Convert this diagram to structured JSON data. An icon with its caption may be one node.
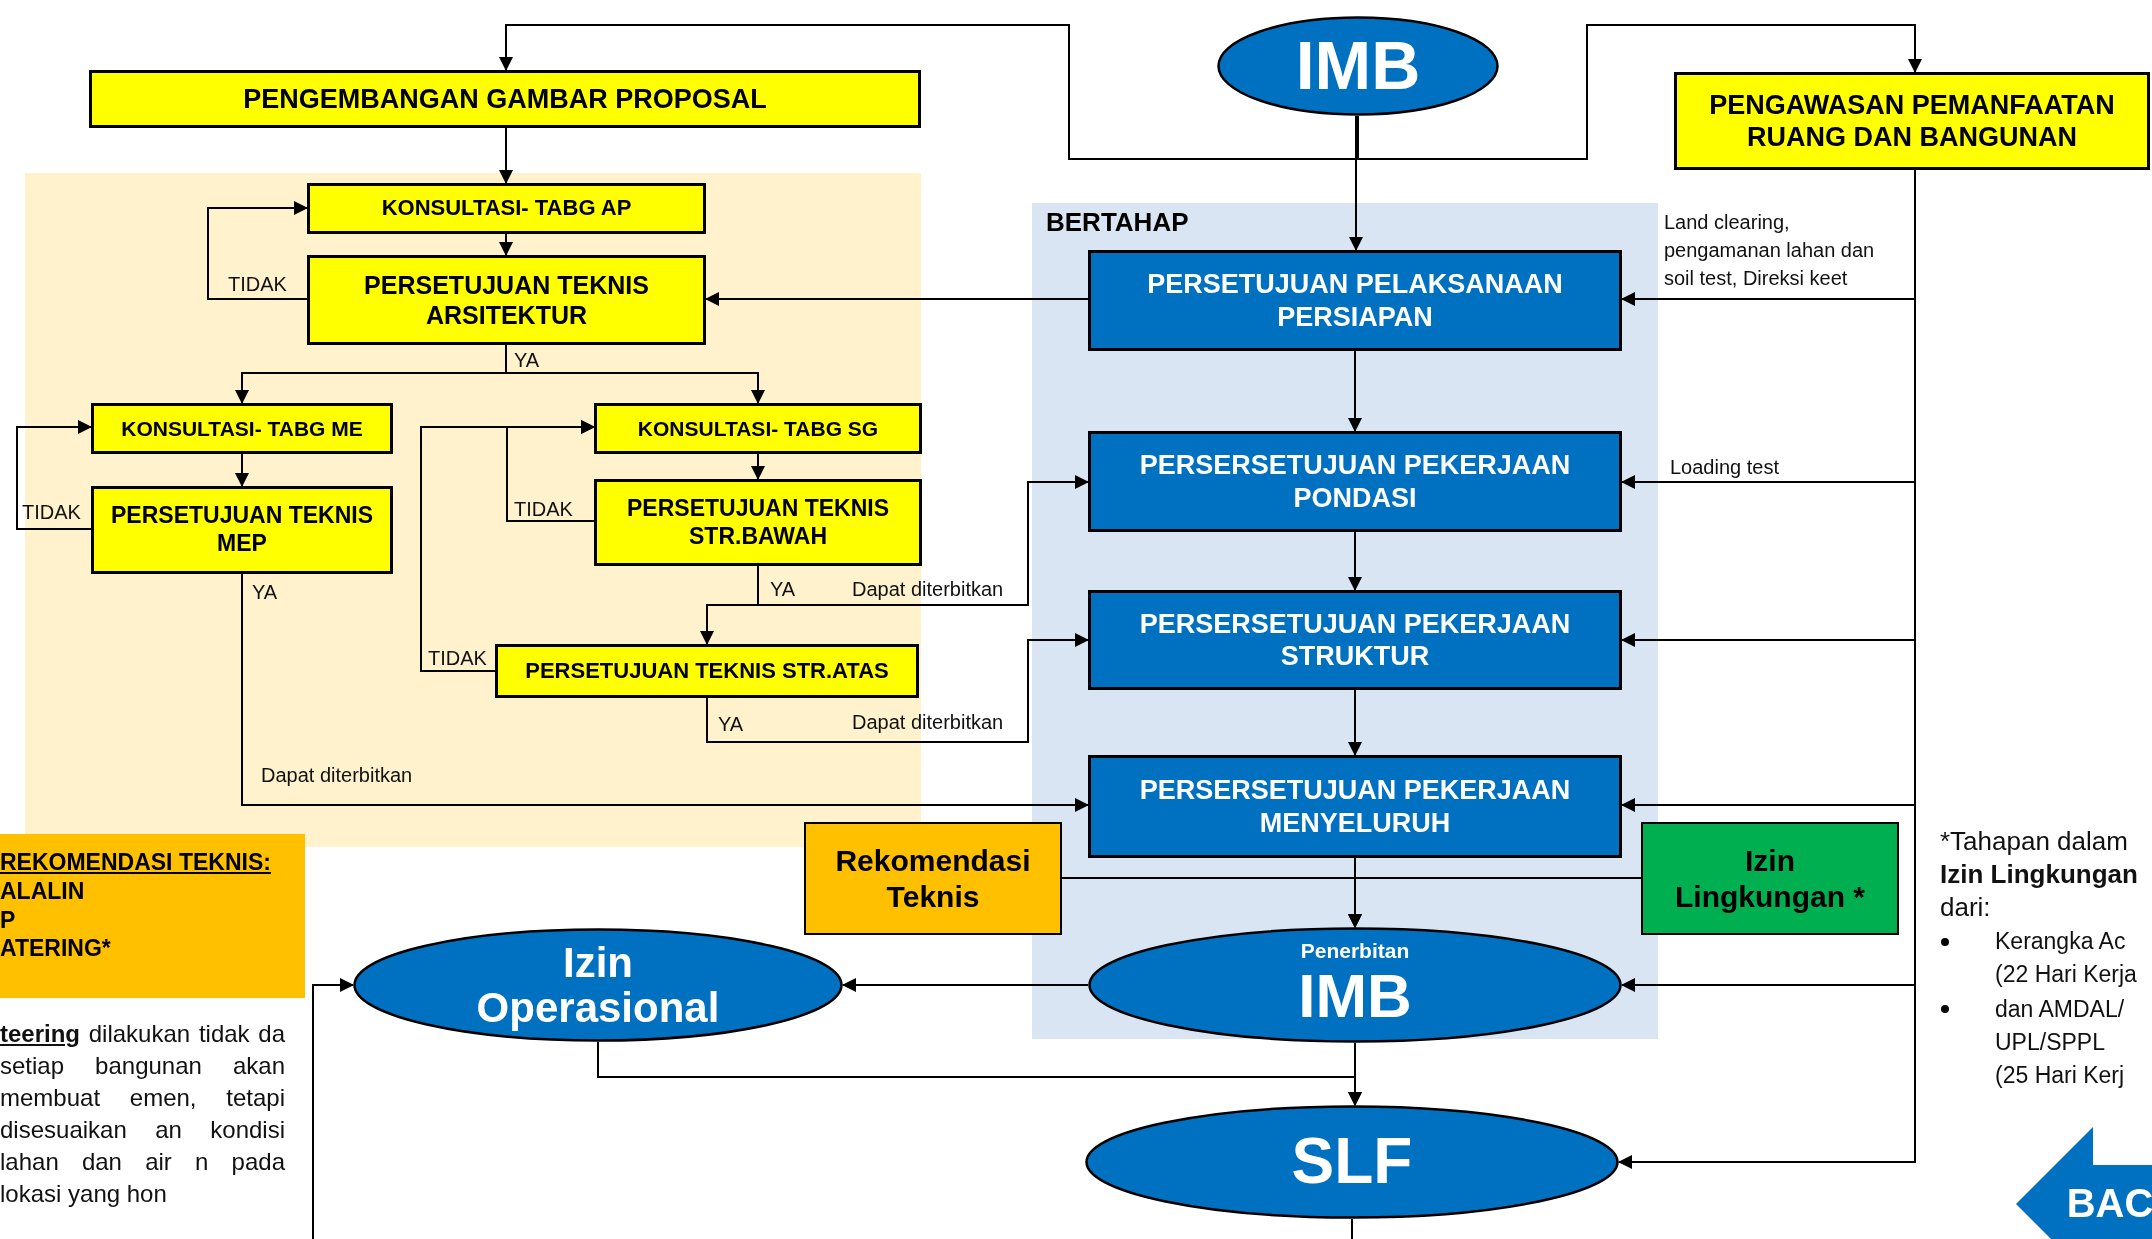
{
  "diagram": {
    "nodes": [
      {
        "text": [
          "IMB"
        ]
      },
      {
        "text": [
          "PENGEMBANGAN GAMBAR PROPOSAL"
        ]
      },
      {
        "text": [
          "PENGAWASAN PEMANFAATAN RUANG DAN BANGUNAN"
        ]
      },
      {
        "text": [
          "BERTAHAP"
        ]
      },
      {
        "text": [
          "KONSULTASI- TABG AP"
        ]
      },
      {
        "text": [
          "PERSETUJUAN TEKNIS ARSITEKTUR"
        ]
      },
      {
        "text": [
          "PERSETUJUAN PELAKSANAAN PERSIAPAN"
        ],
        "in": 3
      },
      {
        "text": [
          "KONSULTASI- TABG ME"
        ]
      },
      {
        "text": [
          "KONSULTASI- TABG SG"
        ]
      },
      {
        "text": [
          "PERSETUJUAN TEKNIS MEP"
        ]
      },
      {
        "text": [
          "PERSETUJUAN TEKNIS STR.BAWAH"
        ]
      },
      {
        "text": [
          "PERSERSETUJUAN PEKERJAAN PONDASI"
        ],
        "in": 3
      },
      {
        "text": [
          "PERSETUJUAN TEKNIS STR.ATAS"
        ]
      },
      {
        "text": [
          "PERSERSETUJUAN PEKERJAAN STRUKTUR"
        ],
        "in": 3
      },
      {
        "text": [
          "PERSERSETUJUAN PEKERJAAN MENYELURUH"
        ],
        "in": 3
      },
      {
        "text": [
          "REKOMENDASI TEKNIS:",
          "ALALIN",
          "P",
          "ATERING*"
        ]
      },
      {
        "text": [
          "Rekomendasi Teknis"
        ]
      },
      {
        "text": [
          "Izin Lingkungan *"
        ]
      },
      {
        "text": [
          "Izin Operasional"
        ]
      },
      {
        "text": [
          "Penerbitan",
          "IMB"
        ],
        "in": 3
      },
      {
        "text": [
          "SLF"
        ]
      },
      {
        "text": [
          "BAC"
        ]
      }
    ],
    "edges": [
      {
        "from": 0,
        "to": 1,
        "arrow": "to"
      },
      {
        "from": 0,
        "to": 2,
        "arrow": "to"
      },
      {
        "from": 0,
        "to": 6,
        "arrow": "to"
      },
      {
        "from": 1,
        "to": 4,
        "arrow": "to"
      },
      {
        "from": 4,
        "to": 5,
        "arrow": "to"
      },
      {
        "from": 5,
        "to": 4,
        "arrow": "to",
        "label": "TIDAK"
      },
      {
        "from": 6,
        "to": 5,
        "arrow": "to"
      },
      {
        "from": 5,
        "to": 7,
        "arrow": "to",
        "label": "YA"
      },
      {
        "from": 5,
        "to": 8,
        "arrow": "to"
      },
      {
        "from": 7,
        "to": 9,
        "arrow": "to"
      },
      {
        "from": 9,
        "to": 7,
        "arrow": "to",
        "label": "TIDAK"
      },
      {
        "from": 8,
        "to": 10,
        "arrow": "to"
      },
      {
        "from": 10,
        "to": 8,
        "arrow": "to",
        "label": "TIDAK"
      },
      {
        "from": 10,
        "to": 12,
        "arrow": "to",
        "label": "YA"
      },
      {
        "from": 10,
        "to": 11,
        "arrow": "to",
        "label": "Dapat diterbitkan"
      },
      {
        "from": 12,
        "to": 8,
        "arrow": "to",
        "label": "TIDAK"
      },
      {
        "from": 12,
        "to": 13,
        "arrow": "to",
        "label": "YA"
      },
      {
        "from": 9,
        "to": 14,
        "arrow": "to",
        "label": "YA"
      },
      {
        "from": 2,
        "to": 6,
        "arrow": "to",
        "label": "Land clearing, pengamanan lahan dan soil test, Direksi keet"
      },
      {
        "from": 2,
        "to": 11,
        "arrow": "to",
        "label": "Loading test"
      },
      {
        "from": 2,
        "to": 13,
        "arrow": "to"
      },
      {
        "from": 2,
        "to": 14,
        "arrow": "to"
      },
      {
        "from": 2,
        "to": 19,
        "arrow": "to"
      },
      {
        "from": 2,
        "to": 20,
        "arrow": "to"
      },
      {
        "from": 11,
        "to": 13,
        "arrow": "to"
      },
      {
        "from": 13,
        "to": 14,
        "arrow": "to"
      },
      {
        "from": 6,
        "to": 11,
        "arrow": "to"
      },
      {
        "from": 14,
        "to": 19,
        "arrow": "to"
      },
      {
        "from": 16,
        "to": 19,
        "arrow": "to"
      },
      {
        "from": 17,
        "to": 19,
        "arrow": "to"
      },
      {
        "from": 19,
        "to": 18,
        "arrow": "to"
      },
      {
        "from": 19,
        "to": 20,
        "arrow": "to"
      },
      {
        "from": 18,
        "to": 20,
        "arrow": "to"
      },
      {
        "from": null,
        "to": 18,
        "arrow": "to"
      },
      {
        "from": 20,
        "to": null,
        "arrow": "none"
      }
    ],
    "labels": [
      "Dapat diterbitkan",
      "Dapat diterbitkan",
      "*Tahapan dalam **Izin Lingkungan** dari:",
      "Kerangka Ac (22 Hari Kerja",
      "dan AMDAL/ UPL/SPPL (25 Hari Kerj",
      "**teering** dilakukan tidak da setiap bangunan akan membuat emen, tetapi disesuaikan an kondisi lahan dan air n pada lokasi yang hon"
    ]
  }
}
